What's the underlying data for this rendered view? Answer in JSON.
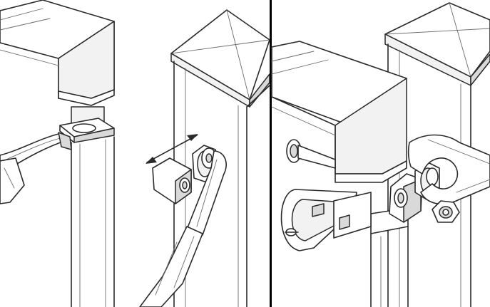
{
  "panels": [
    {
      "id": "left",
      "content": "post-cap-and-hinge-nut-tightening"
    },
    {
      "id": "right",
      "content": "post-clamp-and-wrench"
    }
  ],
  "colors": {
    "line": "#2a2a2a",
    "fill_light": "#f2f2f2",
    "fill_mid": "#d9d9d9",
    "divider": "#000000"
  },
  "icons": [
    "double-arrow-icon",
    "wrench-icon",
    "nut-icon",
    "bolt-icon",
    "clamp-icon"
  ]
}
